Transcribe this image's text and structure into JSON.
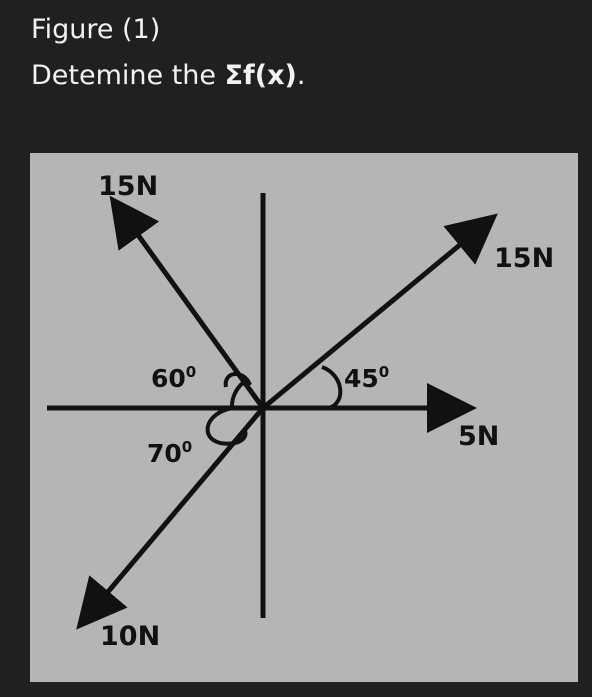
{
  "header": {
    "figure_title": "Figure (1)",
    "question_prefix": "Detemine the ",
    "question_bold": "Σf(x)",
    "question_suffix": "."
  },
  "diagram": {
    "forces": {
      "upper_left": "15N",
      "upper_right": "15N",
      "right": "5N",
      "lower_left": "10N"
    },
    "angles": {
      "upper_left": "60",
      "upper_right": "45",
      "lower_left": "70",
      "degree_mark": "0"
    }
  },
  "colors": {
    "page_background": "#202020",
    "header_text": "#f2f2f2",
    "panel_background": "#b5b5b5",
    "line_color": "#111111"
  }
}
